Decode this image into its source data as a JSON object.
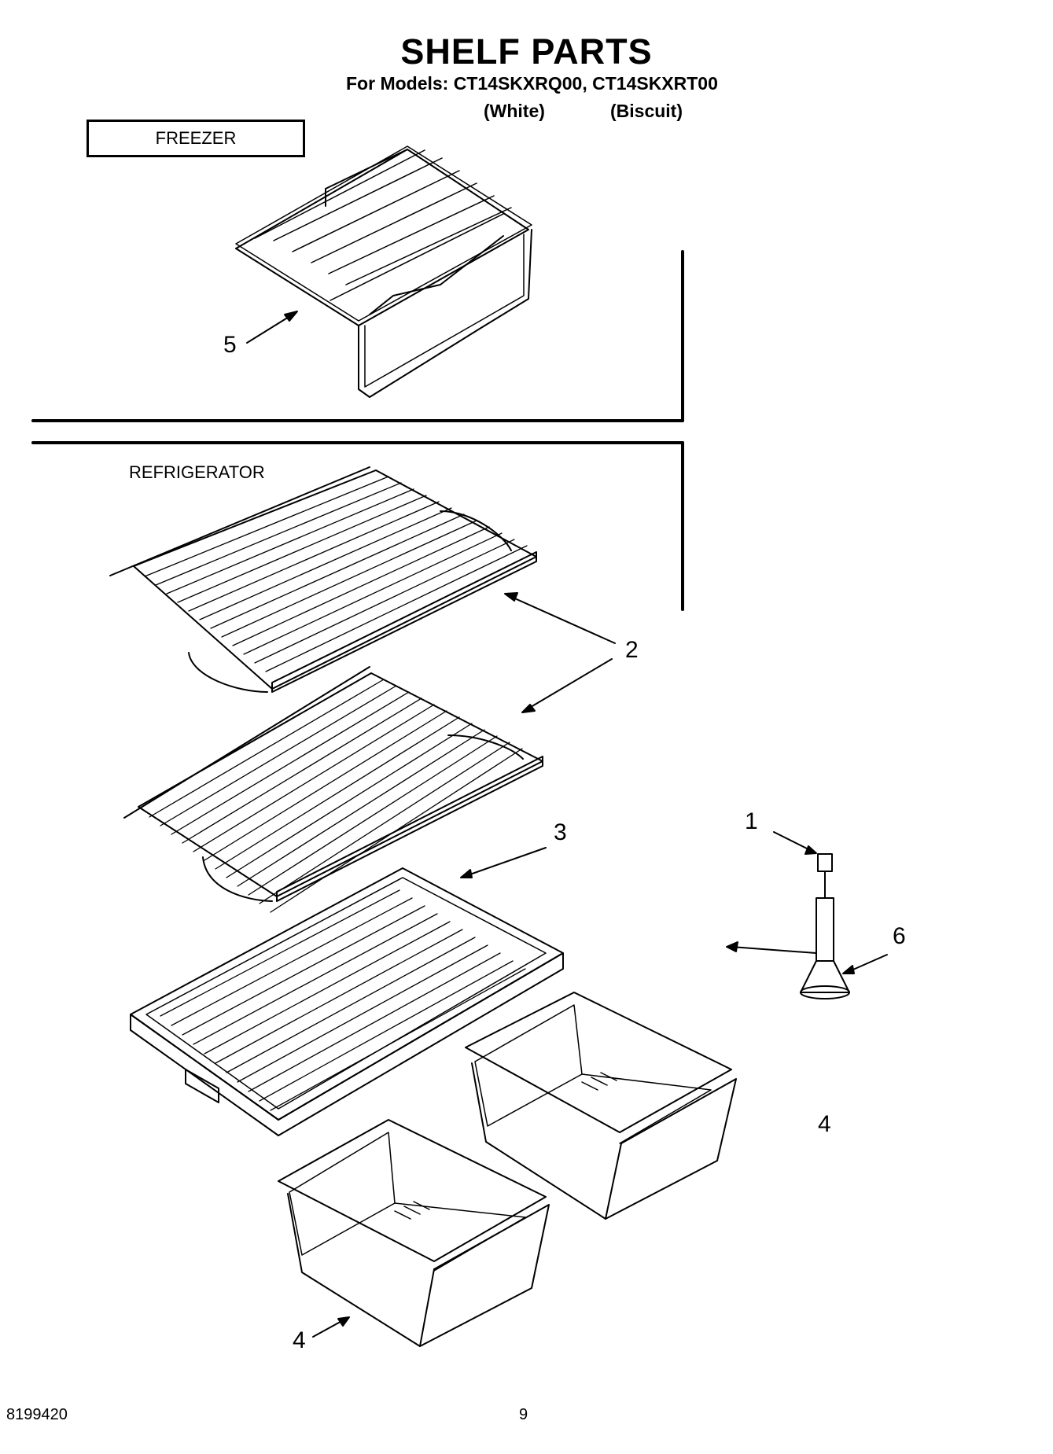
{
  "header": {
    "title": "SHELF PARTS",
    "models_line": "For Models: CT14SKXRQ00, CT14SKXRT00",
    "color_white": "(White)",
    "color_biscuit": "(Biscuit)"
  },
  "sections": {
    "freezer": "FREEZER",
    "refrigerator": "REFRIGERATOR"
  },
  "callouts": {
    "c1": "1",
    "c2": "2",
    "c3": "3",
    "c4a": "4",
    "c4b": "4",
    "c5": "5",
    "c6": "6"
  },
  "footer": {
    "doc_number": "8199420",
    "page_number": "9"
  }
}
